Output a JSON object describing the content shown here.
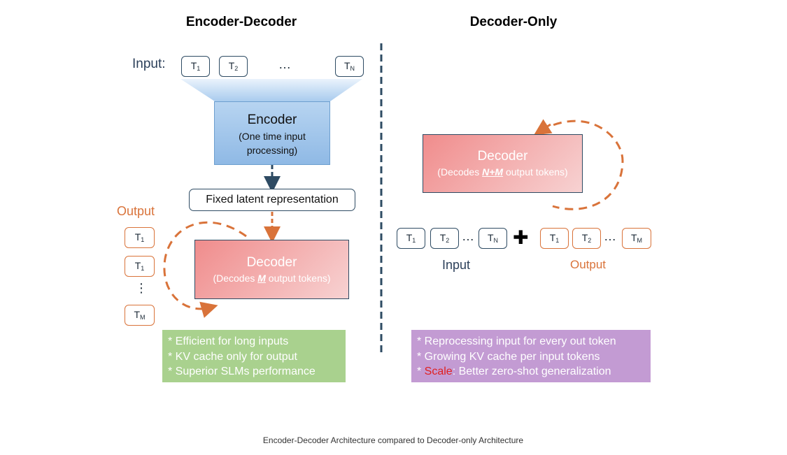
{
  "headings": {
    "left": "Encoder-Decoder",
    "right": "Decoder-Only"
  },
  "left": {
    "input_label": "Input:",
    "input_tokens": [
      {
        "base": "T",
        "sub": "1"
      },
      {
        "base": "T",
        "sub": "2"
      },
      {
        "base": "T",
        "sub": "N"
      }
    ],
    "ellipsis": "…",
    "encoder": {
      "title": "Encoder",
      "subtitle": "(One time input processing)"
    },
    "latent": "Fixed latent representation",
    "output_label": "Output",
    "output_tokens": [
      {
        "base": "T",
        "sub": "1"
      },
      {
        "base": "T",
        "sub": "1"
      },
      {
        "base": "T",
        "sub": "M"
      }
    ],
    "vertical_ellipsis": "⋮",
    "decoder": {
      "title": "Decoder",
      "sub_pre": "(Decodes ",
      "sub_em": "M",
      "sub_post": " output tokens)"
    },
    "notes": [
      "* Efficient for long inputs",
      "* KV cache only for output",
      "* Superior SLMs performance"
    ],
    "note_color": "#a9d18e"
  },
  "right": {
    "decoder": {
      "title": "Decoder",
      "sub_pre": "(Decodes ",
      "sub_em": "N+M",
      "sub_post": " output tokens)"
    },
    "input_tokens": [
      {
        "base": "T",
        "sub": "1"
      },
      {
        "base": "T",
        "sub": "2"
      },
      {
        "base": "T",
        "sub": "N"
      }
    ],
    "output_tokens": [
      {
        "base": "T",
        "sub": "1"
      },
      {
        "base": "T",
        "sub": "2"
      },
      {
        "base": "T",
        "sub": "M"
      }
    ],
    "ellipsis": "…",
    "plus": "✚",
    "input_label": "Input",
    "output_label": "Output",
    "notes": {
      "line1": "* Reprocessing input for every out token",
      "line2": "* Growing KV cache per input tokens",
      "line3_prefix": "* ",
      "line3_highlight": "Scale",
      "line3_rest": ": Better zero-shot generalization"
    },
    "note_color": "#c39bd3"
  },
  "colors": {
    "accent_orange": "#d9733a",
    "accent_navy": "#2e4b63",
    "scale_red": "#e02020"
  },
  "caption": "Encoder-Decoder Architecture compared to Decoder-only Architecture"
}
